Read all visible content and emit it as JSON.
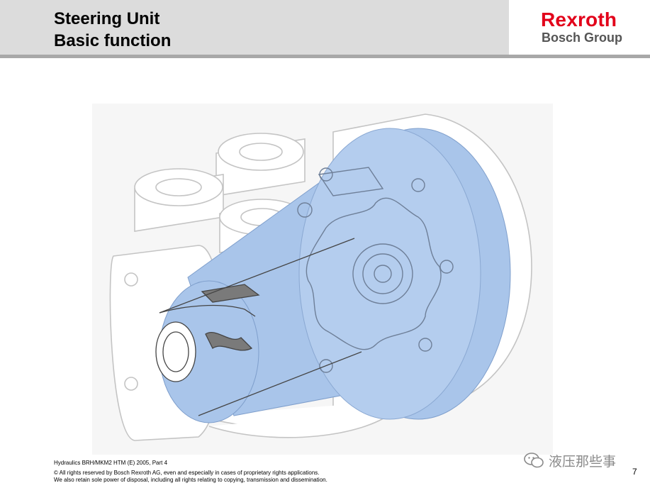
{
  "header": {
    "title_line1": "Steering Unit",
    "title_line2": "Basic function",
    "logo_brand": "Rexroth",
    "logo_group": "Bosch Group"
  },
  "colors": {
    "brand_red": "#e2001a",
    "header_gray": "#dcdcdc",
    "rule_gray": "#a8a8a8",
    "highlight_blue": "#a9c5ea",
    "outline_gray": "#c4c4c4"
  },
  "figure": {
    "icon": "steering-unit-cutaway-illustration"
  },
  "footer": {
    "meta": "Hydraulics    BRH/MKM2  HTM (E) 2005, Part 4",
    "rights_line1": "© All rights reserved by Bosch Rexroth AG, even and especially in cases of proprietary rights applications.",
    "rights_line2": "We also retain sole power of disposal, including all rights relating to copying, transmission and dissemination.",
    "page_number": "7"
  },
  "watermark": {
    "icon": "wechat-icon",
    "text": "液压那些事"
  }
}
